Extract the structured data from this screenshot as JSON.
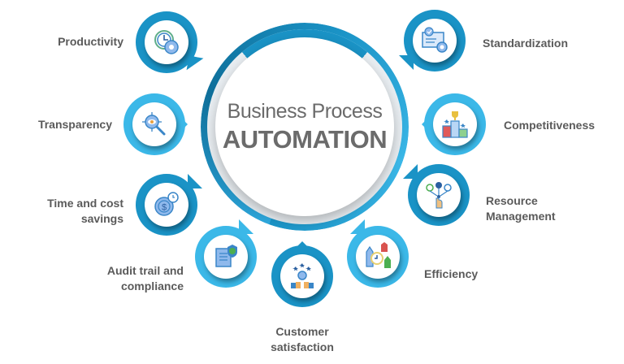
{
  "diagram": {
    "center": {
      "title_line1": "Business Process",
      "title_line2": "AUTOMATION"
    },
    "colors": {
      "dark_blue": "#1a93c6",
      "light_blue": "#3bb8e8",
      "text_gray": "#5a5a5a"
    },
    "benefits": [
      {
        "id": "productivity",
        "label": "Productivity",
        "icon": "clock-gear-icon",
        "style": "dark"
      },
      {
        "id": "transparency",
        "label": "Transparency",
        "icon": "magnifier-eye-target-icon",
        "style": "light"
      },
      {
        "id": "time-cost",
        "label_line1": "Time and cost",
        "label_line2": "savings",
        "icon": "dollar-clock-icon",
        "style": "dark"
      },
      {
        "id": "audit",
        "label_line1": "Audit trail and",
        "label_line2": "compliance",
        "icon": "document-shield-icon",
        "style": "light"
      },
      {
        "id": "customer",
        "label_line1": "Customer",
        "label_line2": "satisfaction",
        "icon": "customer-thumbs-up-icon",
        "style": "dark"
      },
      {
        "id": "efficiency",
        "label": "Efficiency",
        "icon": "clock-arrows-up-icon",
        "style": "light"
      },
      {
        "id": "resource",
        "label_line1": "Resource",
        "label_line2": "Management",
        "icon": "hand-resources-icon",
        "style": "dark"
      },
      {
        "id": "competitiveness",
        "label": "Competitiveness",
        "icon": "podium-trophy-icon",
        "style": "light"
      },
      {
        "id": "standardization",
        "label": "Standardization",
        "icon": "certificate-icon",
        "style": "dark"
      }
    ]
  }
}
